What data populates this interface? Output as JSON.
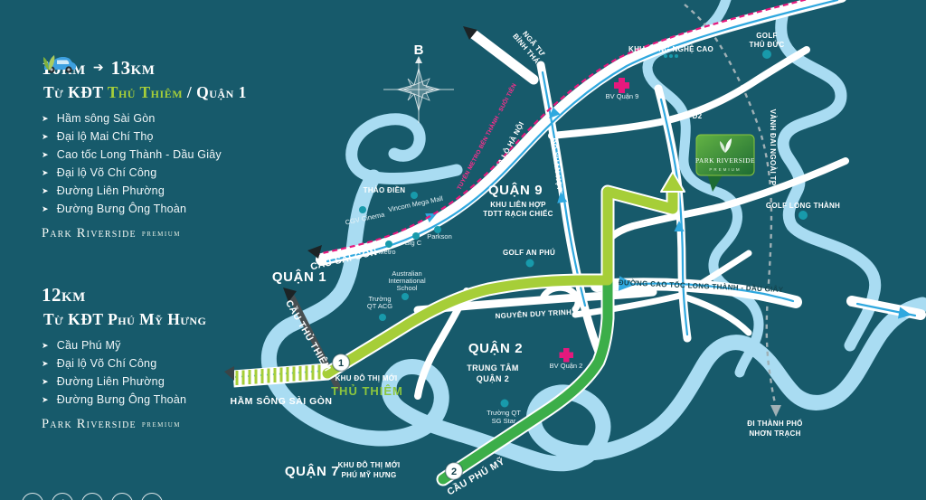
{
  "colors": {
    "background": "#175a6b",
    "river": "#a9dcf2",
    "road": "#ffffff",
    "road_centerline": "#2fa8df",
    "route1_lime": "#a6ce38",
    "route2_green": "#3cae49",
    "metro_pink": "#e5197d",
    "poi_dot_teal": "#189aab",
    "hospital_pink": "#e5197d",
    "thu_thiem_green": "#8cc63e"
  },
  "sidebar": {
    "route1": {
      "distance_from": "10km",
      "arrow": "➔",
      "distance_to": "13km",
      "title_prefix": "Từ KĐT",
      "title_highlight": "Thủ Thiêm",
      "title_suffix": "/ Quận 1",
      "steps": [
        "Hầm sông Sài Gòn",
        "Đại lộ Mai Chí Thọ",
        "Cao tốc Long Thành - Dầu Giây",
        "Đại lộ Võ Chí Công",
        "Đường Liên Phường",
        "Đường Bưng Ông Thoàn"
      ],
      "bullet": "➤",
      "brand": "Park Riverside",
      "brand_tier": "premium"
    },
    "route2": {
      "distance": "12km",
      "title": "Từ KĐT Phú Mỹ Hưng",
      "steps": [
        "Cầu Phú Mỹ",
        "Đại lộ Võ Chí Công",
        "Đường Liên Phường",
        "Đường Bưng Ông Thoàn"
      ],
      "bullet": "➤",
      "brand": "Park Riverside",
      "brand_tier": "premium"
    },
    "social": [
      "",
      "f",
      "",
      "",
      ""
    ]
  },
  "map": {
    "compass": "B",
    "districts": {
      "q1": "QUẬN 1",
      "q2": "QUẬN 2",
      "q7": "QUẬN 7",
      "q9": "QUẬN 9"
    },
    "areas": {
      "thao_dien": "THẢO ĐIỀN",
      "khu_lien_hop_1": "KHU LIÊN HỢP",
      "khu_lien_hop_2": "TDTT RẠCH CHIẾC",
      "khu_cnc": "KHU CÔNG NGHỆ CAO",
      "trung_tam_1": "TRUNG TÂM",
      "trung_tam_2": "QUẬN 2",
      "kdt_moi": "KHU ĐÔ THỊ MỚI",
      "thu_thiem": "THỦ THIÊM",
      "kdt_pmh_1": "KHU ĐÔ THỊ MỚI",
      "kdt_pmh_2": "PHÚ MỸ HƯNG",
      "nhon_trach_1": "ĐI THÀNH PHỐ",
      "nhon_trach_2": "NHƠN TRẠCH"
    },
    "roads": {
      "xa_lo_ha_noi": "XA LỘ HÀ NỘI",
      "metro": "TUYẾN METRO BẾN THÀNH - SUỐI TIÊN",
      "nga_tu_1": "NGÃ TƯ",
      "nga_tu_2": "BÌNH THÁI",
      "do_xuan_hop": "ĐỖ XUÂN HỢP",
      "d2": "D2",
      "vanh_dai": "VÀNH ĐAI NGOÀI TP",
      "cao_toc": "ĐƯỜNG CAO TỐC LONG THÀNH - DẦU GIÂY",
      "nguyen_duy_trinh": "NGUYỄN DUY TRINH",
      "cau_sai_gon": "CẦU SÀI GÒN",
      "cau_thu_thiem": "CẦU THỦ THIÊM",
      "ham_song_sai_gon": "HẦM SÔNG SÀI GÒN",
      "cau_phu_my": "CẦU PHÚ MỸ"
    },
    "pois": {
      "bv_q9": "BV Quận 9",
      "bv_q2": "BV Quận 2",
      "golf_thu_duc_1": "GOLF",
      "golf_thu_duc_2": "THỦ ĐỨC",
      "golf_an_phu": "GOLF AN PHÚ",
      "golf_long_thanh": "GOLF LONG THÀNH",
      "vincom": "Vincom Mega Mall",
      "cgv": "CGV Cinema",
      "metro_store": "Metro",
      "big_c": "Big C",
      "parkson": "Parkson",
      "ais_1": "Australian",
      "ais_2": "International",
      "ais_3": "School",
      "acg_1": "Trường",
      "acg_2": "QT ACG",
      "sg_star_1": "Trường QT",
      "sg_star_2": "SG Star"
    },
    "badges": {
      "r1": "1",
      "r2": "2"
    },
    "project": {
      "name": "PARK RIVERSIDE",
      "tier": "PREMIUM"
    }
  }
}
